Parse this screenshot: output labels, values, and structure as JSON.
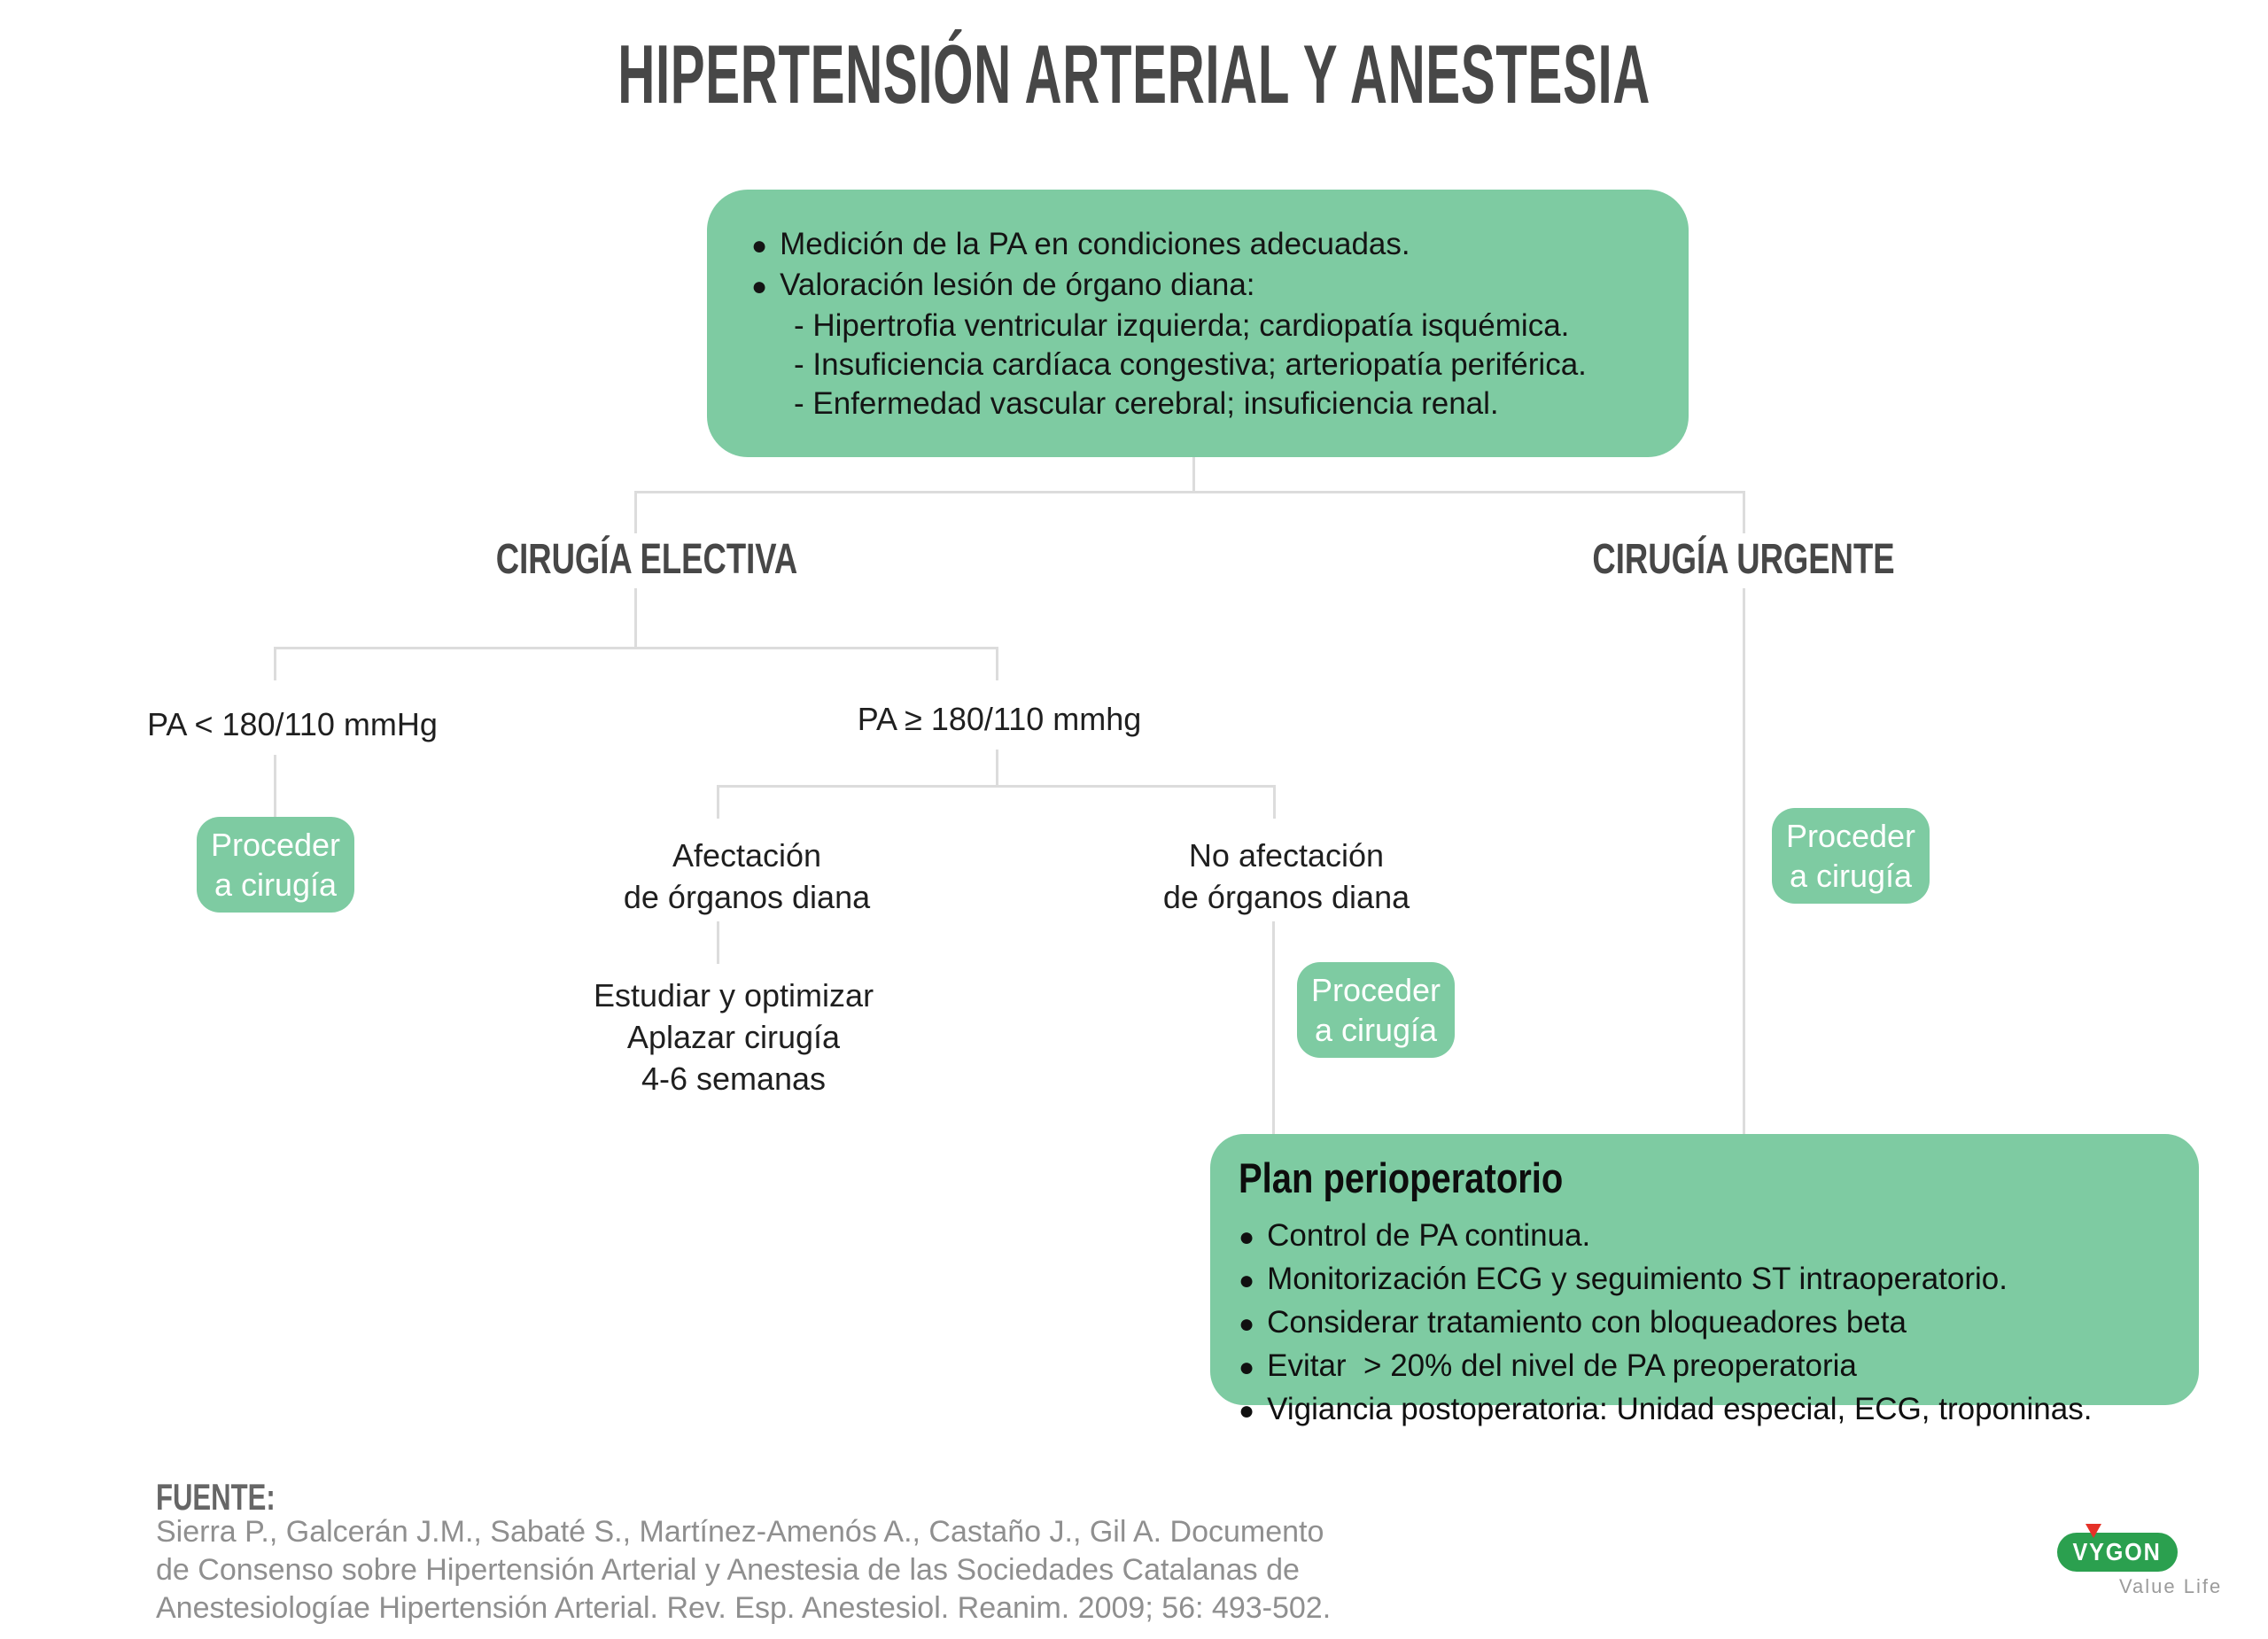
{
  "glyphs": {
    "bullet": "●"
  },
  "title": "HIPERTENSIÓN ARTERIAL Y ANESTESIA",
  "assessment_box": {
    "items": [
      "Medición de la PA en condiciones adecuadas.",
      "Valoración lesión de órgano diana:"
    ],
    "sub_items": [
      "- Hipertrofia ventricular izquierda; cardiopatía isquémica.",
      "- Insuficiencia cardíaca congestiva; arteriopatía periférica.",
      "- Enfermedad vascular cerebral; insuficiencia renal."
    ]
  },
  "branches": {
    "elective_label": "CIRUGÍA ELECTIVA",
    "urgent_label": "CIRUGÍA URGENTE"
  },
  "elective": {
    "pa_low": "PA < 180/110 mmHg",
    "pa_high": "PA ≥ 180/110 mmhg",
    "affected": {
      "line1": "Afectación",
      "line2": "de órganos diana"
    },
    "not_affected": {
      "line1": "No afectación",
      "line2": "de órganos diana"
    },
    "study": {
      "line1": "Estudiar y optimizar",
      "line2": "Aplazar cirugía",
      "line3": "4-6 semanas"
    }
  },
  "proceed": {
    "line1": "Proceder",
    "line2": "a cirugía"
  },
  "plan": {
    "title": "Plan perioperatorio",
    "items": [
      "Control de PA continua.",
      "Monitorización ECG y seguimiento ST intraoperatorio.",
      "Considerar tratamiento con bloqueadores beta",
      "Evitar  > 20% del nivel de PA preoperatoria",
      "Vigiancia postoperatoria: Unidad especial, ECG, troponinas."
    ]
  },
  "source": {
    "label": "FUENTE:",
    "line1": "Sierra P., Galcerán J.M., Sabaté S., Martínez-Amenós A., Castaño J., Gil A. Documento",
    "line2": "de Consenso sobre Hipertensión Arterial y Anestesia de las Sociedades Catalanas de",
    "line3": "Anestesiologíae Hipertensión Arterial. Rev. Esp. Anestesiol. Reanim. 2009; 56: 493-502."
  },
  "logo": {
    "brand": "VYGON",
    "tagline": "Value Life"
  },
  "colors": {
    "box_green": "#7ecba2",
    "logo_green": "#2ba04f",
    "logo_red": "#e53128",
    "connector_gray": "#dcdcdc",
    "heading_gray": "#474747"
  }
}
